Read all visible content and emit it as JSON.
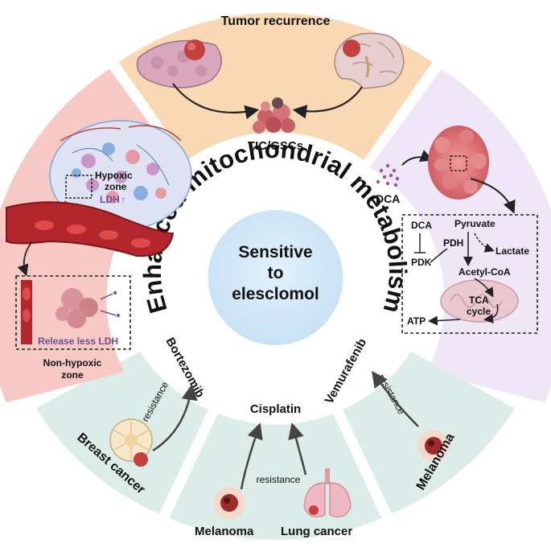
{
  "segments": {
    "top": {
      "title": "Tumor recurrence",
      "target": "TIC/GSCs"
    },
    "left": {
      "zone1_line1": "Hypoxic",
      "zone1_line2": "zone",
      "ldh": "LDH",
      "release": "Release less LDH",
      "zone2_line1": "Non-hypoxic",
      "zone2_line2": "zone"
    },
    "right": {
      "dca": "DCA",
      "box": {
        "dca": "DCA",
        "pyruvate": "Pyruvate",
        "pdh": "PDH",
        "lactate": "Lactate",
        "pdk": "PDK",
        "acetyl": "Acetyl-CoA",
        "tca1": "TCA",
        "tca2": "cycle",
        "atp": "ATP"
      }
    },
    "bottom_left": {
      "drug": "Bortezomib",
      "resistance": "resistance",
      "cancer": "Breast cancer"
    },
    "bottom_center": {
      "drug": "Cisplatin",
      "resistance": "resistance",
      "cancer1": "Melanoma",
      "cancer2": "Lung cancer"
    },
    "bottom_right": {
      "drug": "Vemurafenib",
      "resistance": "resistance",
      "cancer": "Melanoma"
    }
  },
  "ring_text": {
    "left": "Enhanced",
    "middle": "mitochondrial",
    "right": "metabolism"
  },
  "center": {
    "line1": "Sensitive",
    "line2": "to",
    "line3": "elesclomol"
  },
  "colors": {
    "top": "#f8d9b4",
    "left": "#f7c9c4",
    "right": "#efe6f7",
    "bottom": "#dcede9",
    "center": "#cfe6f7",
    "ring": "#ffffff"
  }
}
